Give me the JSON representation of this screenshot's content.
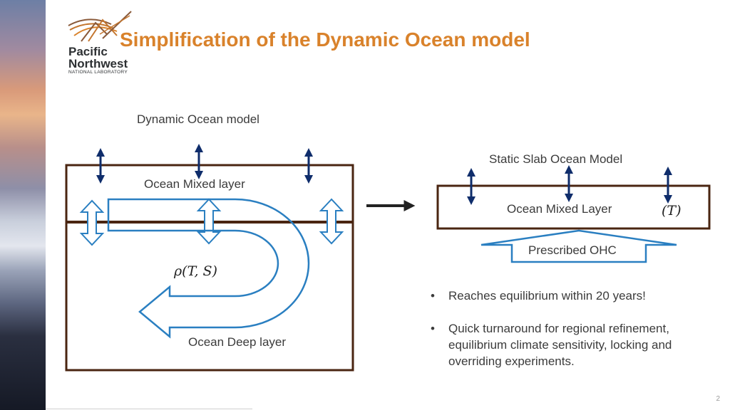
{
  "slide": {
    "title": "Simplification of the Dynamic Ocean model",
    "page_number": "2"
  },
  "logo": {
    "line1": "Pacific",
    "line2": "Northwest",
    "line3": "NATIONAL LABORATORY"
  },
  "dynamic_model": {
    "heading": "Dynamic Ocean model",
    "mixed_layer_label": "Ocean Mixed layer",
    "deep_layer_label": "Ocean Deep layer",
    "density_label": "ρ(T, S)"
  },
  "slab_model": {
    "heading": "Static Slab Ocean Model",
    "mixed_layer_label": "Ocean Mixed Layer",
    "temperature_label": "(T)",
    "prescribed_label": "Prescribed OHC"
  },
  "bullets": [
    "Reaches equilibrium within 20 years!",
    "Quick turnaround for regional refinement, equilibrium climate sensitivity, locking and overriding experiments."
  ],
  "colors": {
    "title": "#d9822b",
    "box_border": "#4a2511",
    "flux_arrow": "#0f2d6b",
    "circulation": "#2a7fc1"
  }
}
